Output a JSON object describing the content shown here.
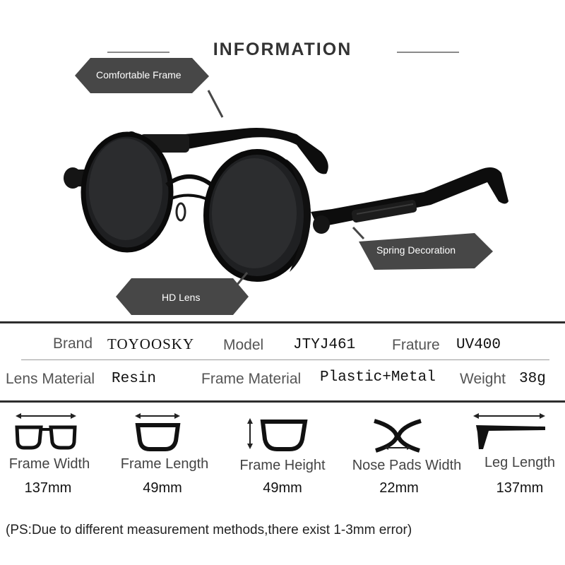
{
  "header": {
    "title": "INFORMATION"
  },
  "callouts": {
    "comfortable_frame": "Comfortable Frame",
    "spring_decoration": "Spring Decoration",
    "hd_lens": "HD Lens"
  },
  "specs": {
    "row1": [
      {
        "label": "Brand",
        "value": "TOYOOSKY"
      },
      {
        "label": "Model",
        "value": "JTYJ461"
      },
      {
        "label": "Frature",
        "value": "UV400"
      }
    ],
    "row2": [
      {
        "label": "Lens Material",
        "value": "Resin"
      },
      {
        "label": "Frame Material",
        "value": "Plastic+Metal"
      },
      {
        "label": "Weight",
        "value": "38g"
      }
    ]
  },
  "dimensions": [
    {
      "label": "Frame Width",
      "value": "137mm",
      "icon": "frame-width-icon"
    },
    {
      "label": "Frame Length",
      "value": "49mm",
      "icon": "frame-length-icon"
    },
    {
      "label": "Frame Height",
      "value": "49mm",
      "icon": "frame-height-icon"
    },
    {
      "label": "Nose Pads Width",
      "value": "22mm",
      "icon": "nose-pads-icon"
    },
    {
      "label": "Leg Length",
      "value": "137mm",
      "icon": "leg-length-icon"
    }
  ],
  "note": "(PS:Due to different measurement methods,there exist 1-3mm error)",
  "colors": {
    "callout_bg": "#474747",
    "rule": "#2d2d2d",
    "text": "#3a3a3a"
  }
}
